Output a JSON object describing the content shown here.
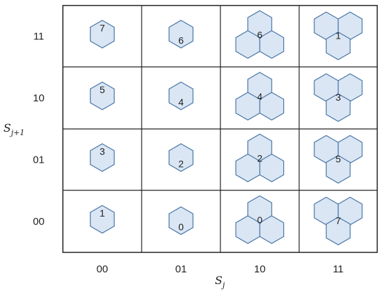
{
  "colors": {
    "hex_fill": "#dae6f3",
    "hex_stroke": "#4a76a8",
    "grid": "#222222"
  },
  "axes": {
    "x_var": "S",
    "x_sub": "j",
    "y_var": "S",
    "y_sub": "j+1",
    "x_labels": [
      "00",
      "01",
      "10",
      "11"
    ],
    "y_labels": [
      "11",
      "10",
      "01",
      "00"
    ]
  },
  "cells": [
    [
      "7",
      "6",
      "6",
      "1"
    ],
    [
      "5",
      "4",
      "4",
      "3"
    ],
    [
      "3",
      "2",
      "2",
      "5"
    ],
    [
      "1",
      "0",
      "0",
      "7"
    ]
  ]
}
